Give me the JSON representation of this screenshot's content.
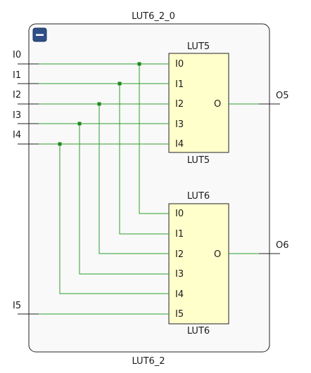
{
  "cell": {
    "instance_name": "LUT6_2_0",
    "type_name": "LUT6_2",
    "collapse_symbol": "−"
  },
  "ports": {
    "inputs": [
      "I0",
      "I1",
      "I2",
      "I3",
      "I4",
      "I5"
    ],
    "outputs": [
      "O5",
      "O6"
    ]
  },
  "lut5": {
    "title": "LUT5",
    "footer": "LUT5",
    "pins": [
      "I0",
      "I1",
      "I2",
      "I3",
      "I4"
    ],
    "output_pin": "O"
  },
  "lut6": {
    "title": "LUT6",
    "footer": "LUT6",
    "pins": [
      "I0",
      "I1",
      "I2",
      "I3",
      "I4",
      "I5"
    ],
    "output_pin": "O"
  },
  "colors": {
    "net": "#2aa02a",
    "junction": "#1c8a1c",
    "lut_fill": "#ffffcc",
    "outline": "#222222",
    "cell_fill": "#f9f9f9",
    "collapse_button": "#2f4f86"
  }
}
